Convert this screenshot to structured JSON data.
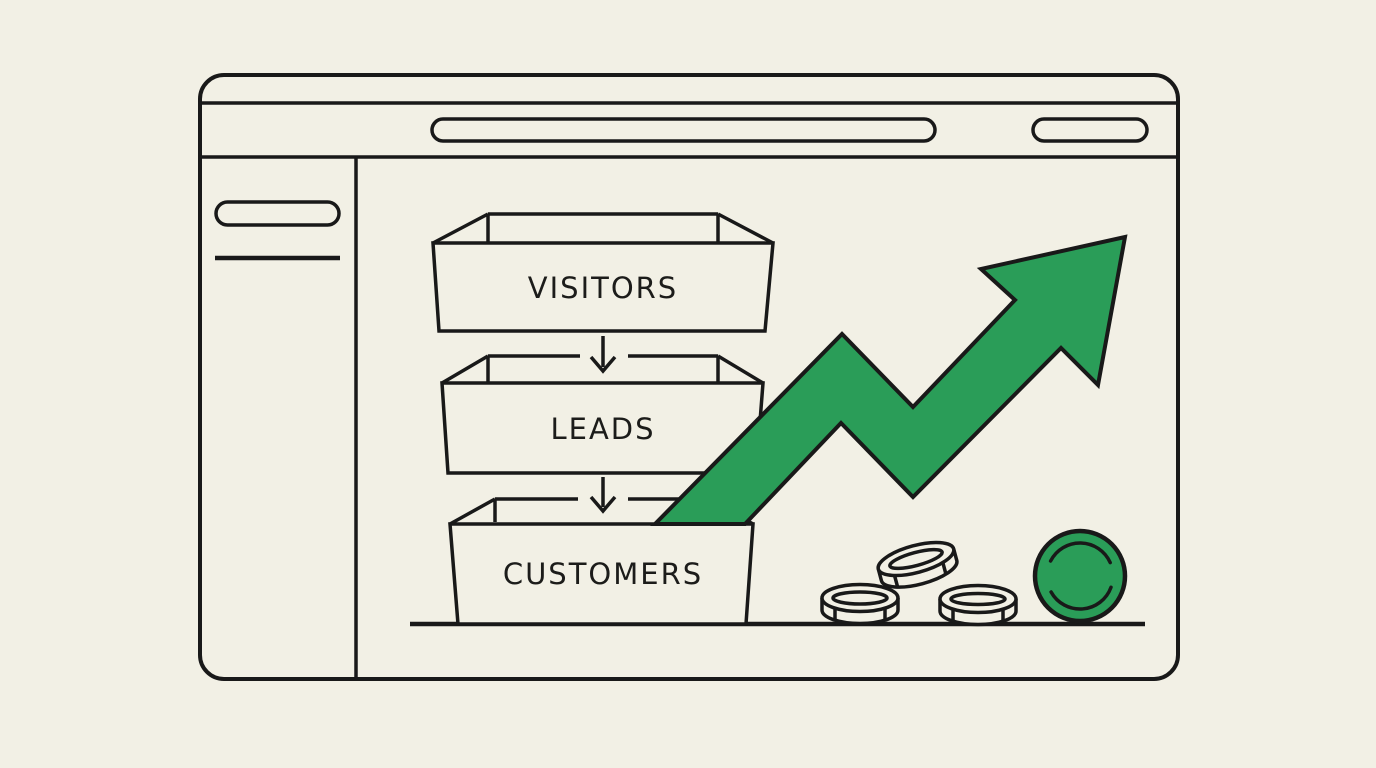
{
  "colors": {
    "background": "#f2f0e5",
    "line": "#191919",
    "green": "#2a9d58"
  },
  "funnel": {
    "stages": [
      {
        "label": "VISITORS"
      },
      {
        "label": "LEADS"
      },
      {
        "label": "CUSTOMERS"
      }
    ]
  },
  "icons": {
    "growth_arrow": "zigzag-arrow-up-right",
    "flow_arrow": "arrow-down",
    "coins": "three-outline-coins",
    "green_coin": "filled-coin-facing-viewer",
    "url_bar": "empty-pill",
    "toolbar_button": "empty-pill",
    "sidebar_item": "empty-pill"
  }
}
